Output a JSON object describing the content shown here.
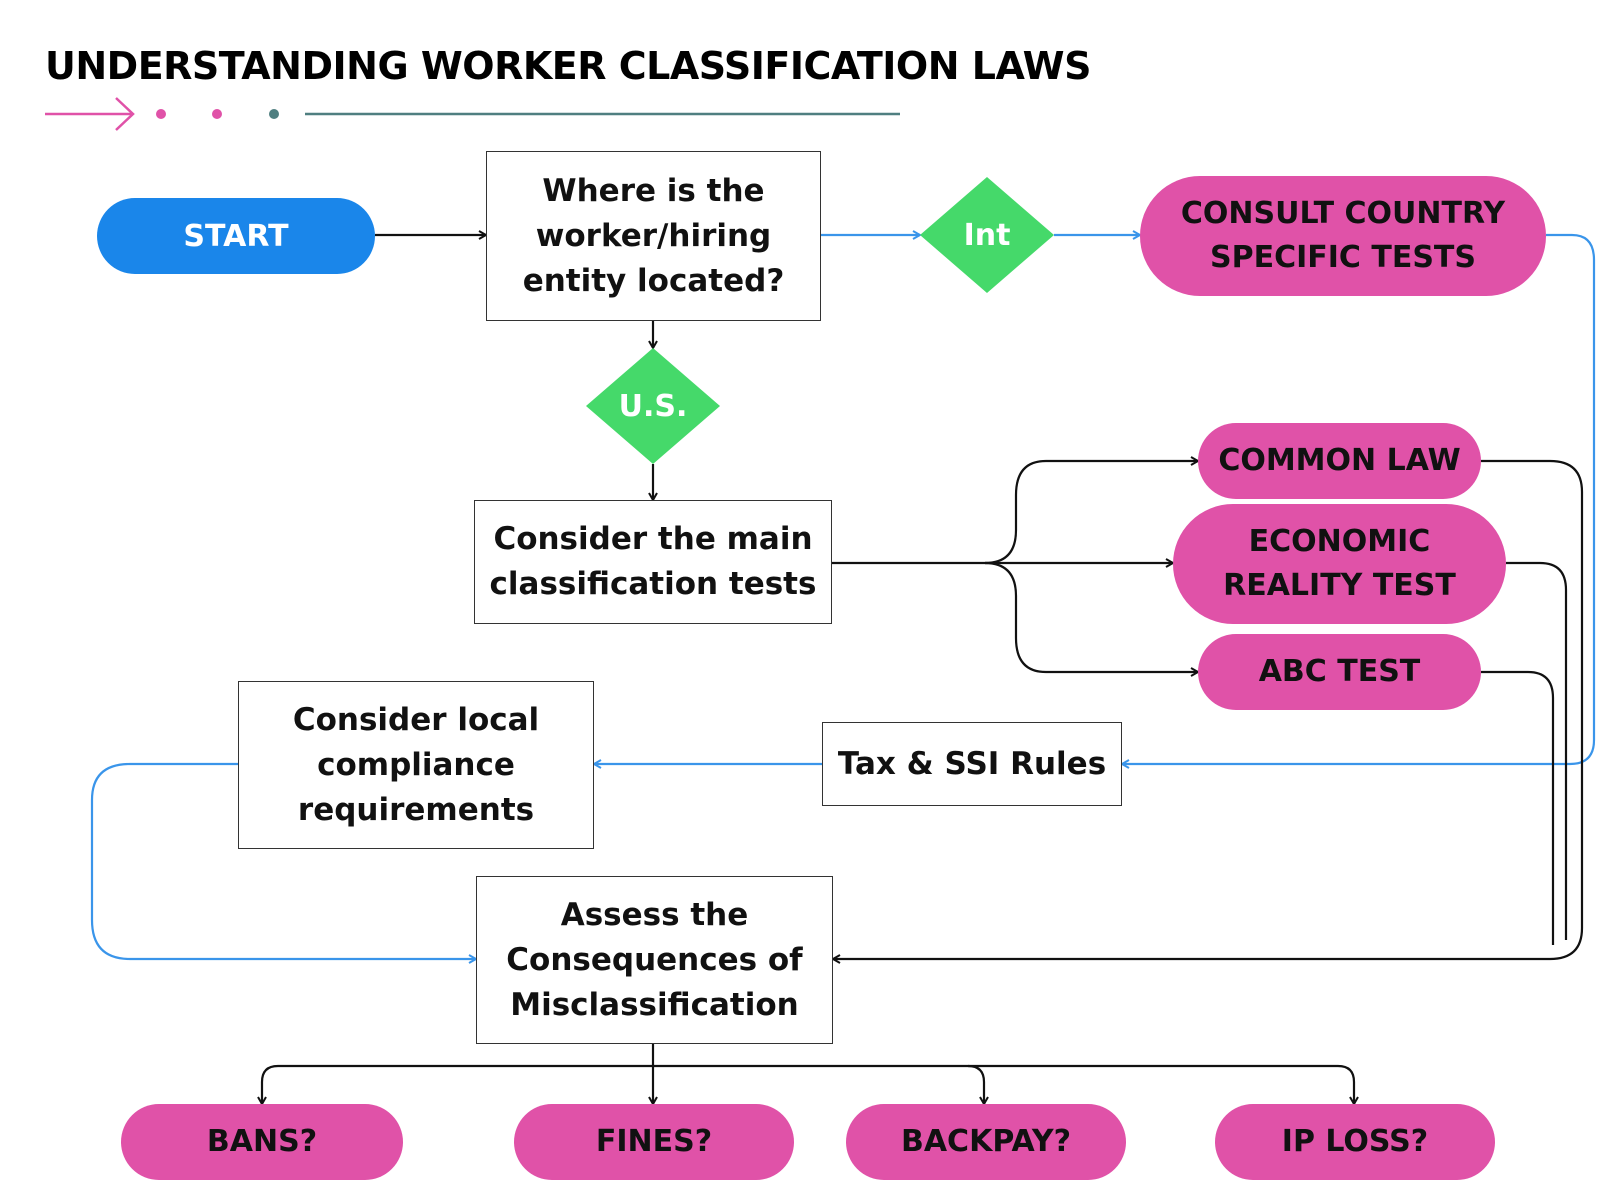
{
  "title": "UNDERSTANDING WORKER CLASSIFICATION LAWS",
  "colors": {
    "blue": "#1a86ea",
    "pink": "#e052a8",
    "green": "#45d96a",
    "teal": "#4f7f80",
    "line_blue": "#3a95ea",
    "line_black": "#111111"
  },
  "nodes": {
    "start": "START",
    "where": "Where is the\nworker/hiring\nentity located?",
    "int": "Int",
    "consult": "CONSULT COUNTRY\nSPECIFIC TESTS",
    "us": "U.S.",
    "main_tests": "Consider the main\nclassification tests",
    "common_law": "COMMON LAW",
    "economic": "ECONOMIC\nREALITY TEST",
    "abc": "ABC TEST",
    "tax": "Tax & SSI Rules",
    "local": "Consider local\ncompliance\nrequirements",
    "assess": "Assess the\nConsequences of\nMisclassification",
    "bans": "BANS?",
    "fines": "FINES?",
    "backpay": "BACKPAY?",
    "iploss": "IP LOSS?"
  }
}
